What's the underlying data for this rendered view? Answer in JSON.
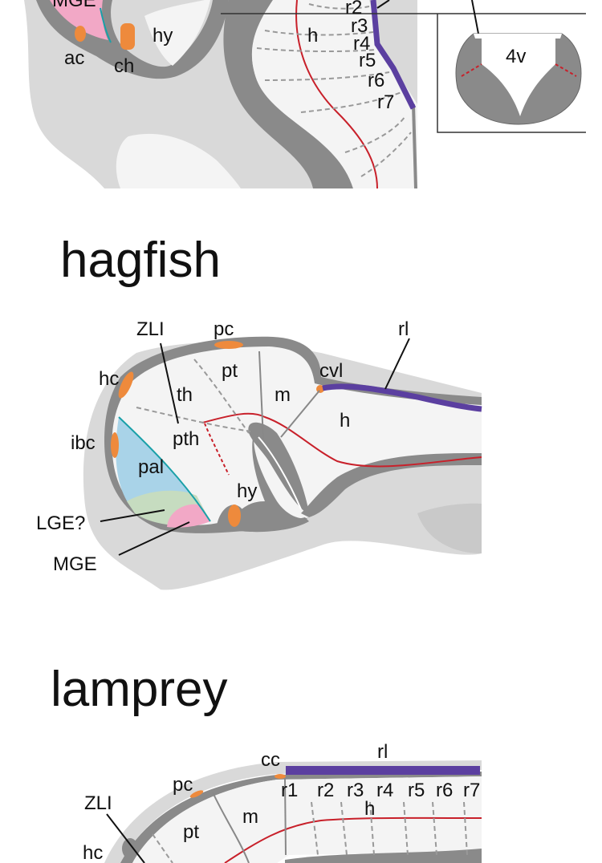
{
  "colors": {
    "wall": "#8a8a8a",
    "background_tissue": "#d9d9d9",
    "lumen": "#f4f4f4",
    "rhombic_lip": "#5b3fa0",
    "signaling_center": "#ee8a3c",
    "border_line": "#c8202a",
    "pallium": "#a9d3e8",
    "lge": "#c6dcc0",
    "mge": "#f2a8c6",
    "pallium_border": "#1aa0a8"
  },
  "top_panel": {
    "labels": {
      "mge": "MGE",
      "hy": "hy",
      "ac": "ac",
      "ch": "ch",
      "h": "h",
      "r2": "r2",
      "r3": "r3",
      "r4": "r4",
      "r5": "r5",
      "r6": "r6",
      "r7": "r7"
    },
    "inset": {
      "ventricle": "4v"
    }
  },
  "hagfish": {
    "title": "hagfish",
    "labels": {
      "zli": "ZLI",
      "pc": "pc",
      "rl": "rl",
      "hc": "hc",
      "pt": "pt",
      "cvl": "cvl",
      "th": "th",
      "m": "m",
      "h": "h",
      "ibc": "ibc",
      "pth": "pth",
      "pal": "pal",
      "hy": "hy",
      "lge": "LGE?",
      "mge": "MGE"
    }
  },
  "lamprey": {
    "title": "lamprey",
    "labels": {
      "cc": "cc",
      "rl": "rl",
      "pc": "pc",
      "zli": "ZLI",
      "m": "m",
      "pt": "pt",
      "hc": "hc",
      "h": "h"
    },
    "rhombomeres": [
      "r1",
      "r2",
      "r3",
      "r4",
      "r5",
      "r6",
      "r7"
    ]
  }
}
